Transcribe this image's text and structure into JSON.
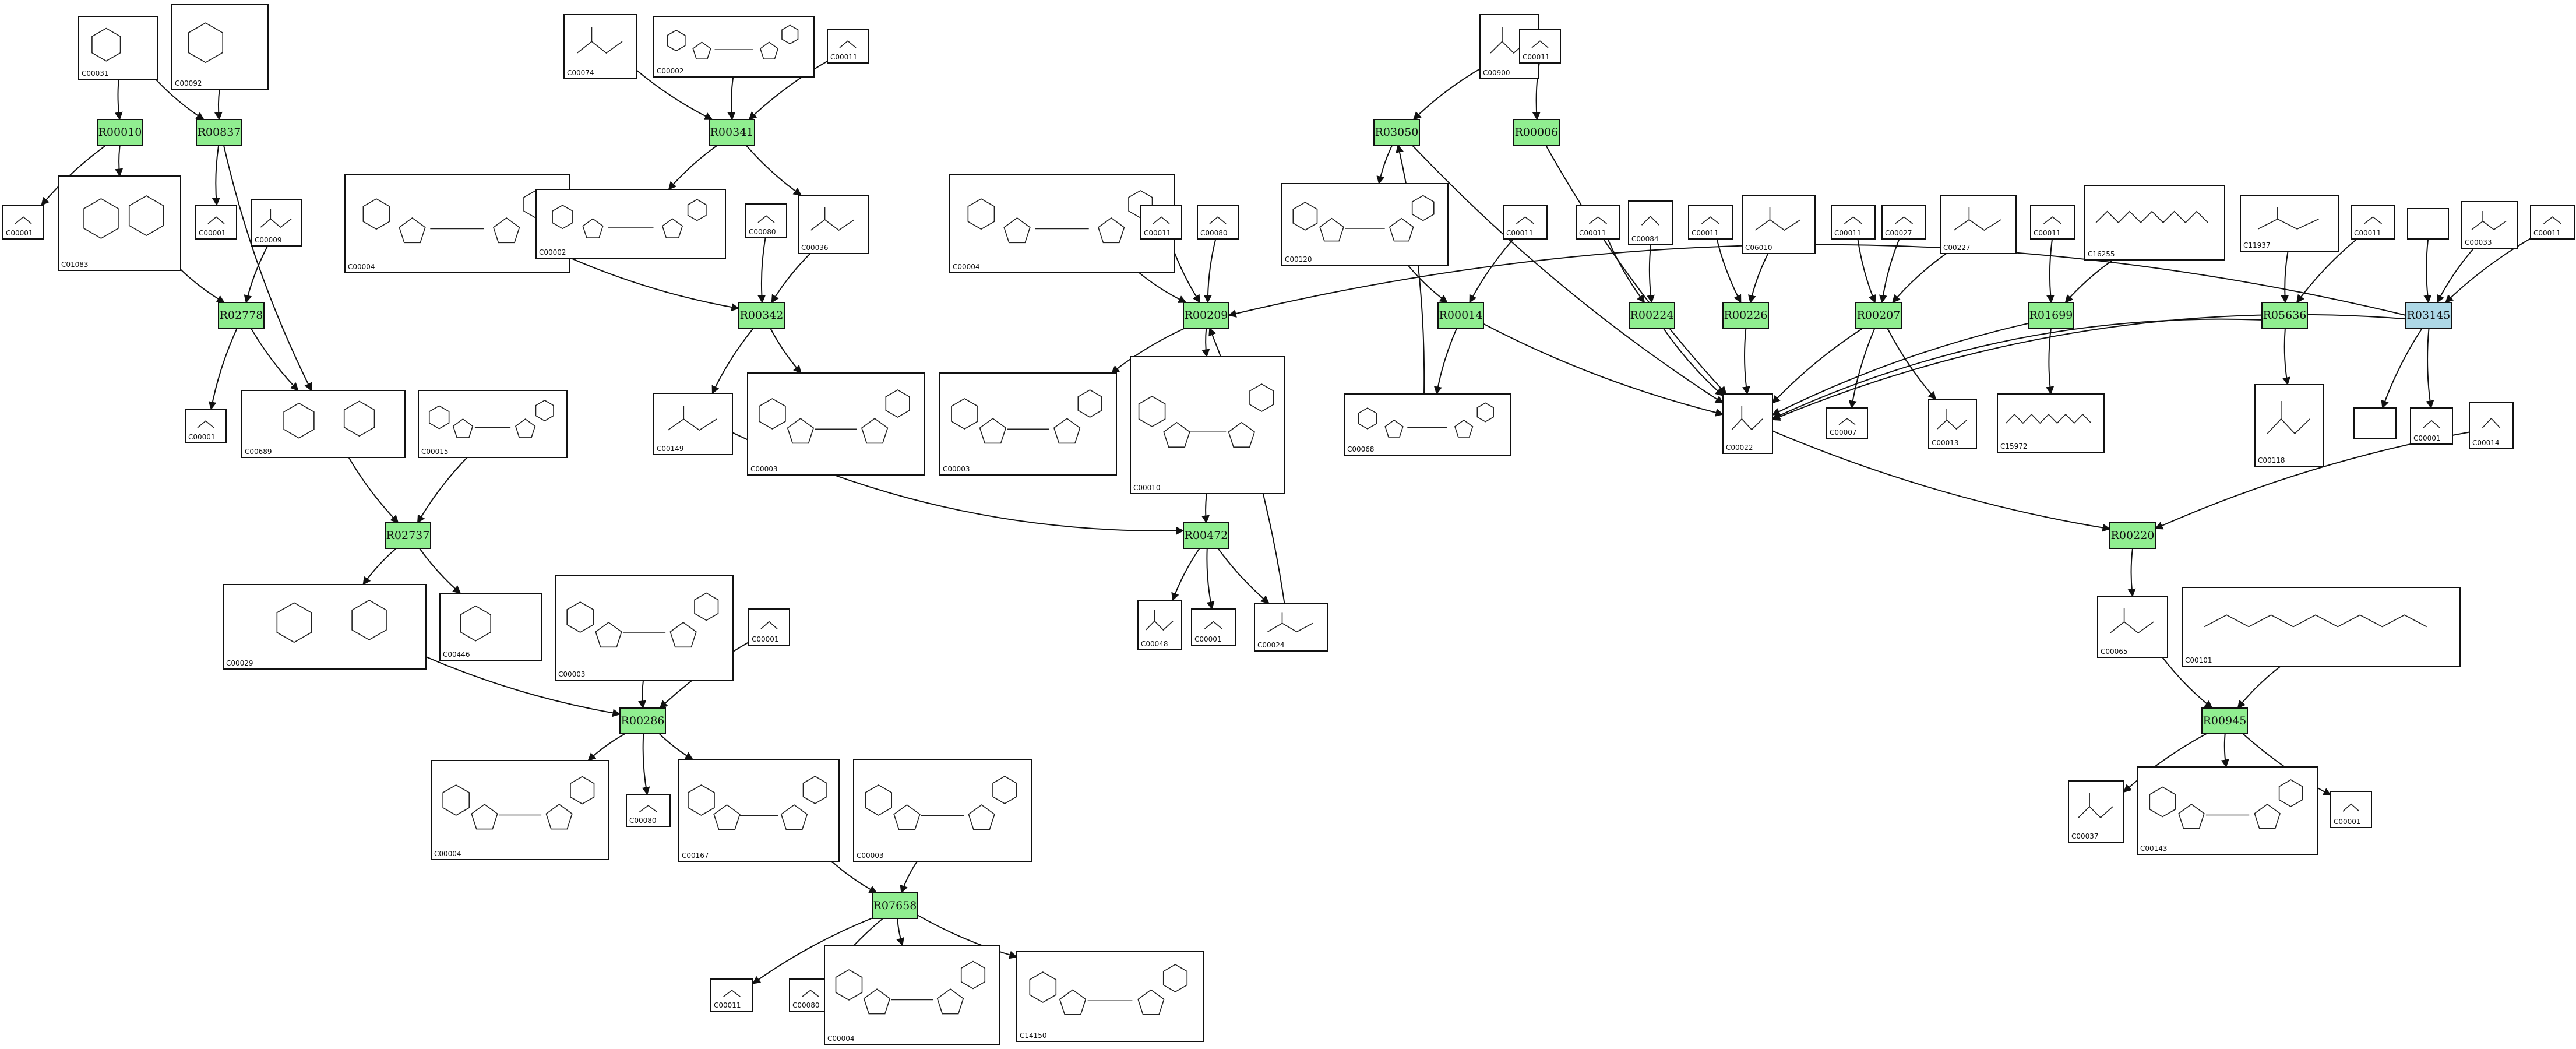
{
  "colors": {
    "reaction_fill": "#90EE90",
    "reaction_highlight_fill": "#ADD8E6",
    "compound_fill": "#FFFFFF",
    "stroke": "#111111"
  },
  "reactions": [
    {
      "id": "R00010",
      "highlight": false
    },
    {
      "id": "R00837",
      "highlight": false
    },
    {
      "id": "R00341",
      "highlight": false
    },
    {
      "id": "R03050",
      "highlight": false
    },
    {
      "id": "R00006",
      "highlight": false
    },
    {
      "id": "R02778",
      "highlight": false
    },
    {
      "id": "R00342",
      "highlight": false
    },
    {
      "id": "R00209",
      "highlight": false
    },
    {
      "id": "R00014",
      "highlight": false
    },
    {
      "id": "R00224",
      "highlight": false
    },
    {
      "id": "R00226",
      "highlight": false
    },
    {
      "id": "R00207",
      "highlight": false
    },
    {
      "id": "R01699",
      "highlight": false
    },
    {
      "id": "R05636",
      "highlight": false
    },
    {
      "id": "R03145",
      "highlight": true
    },
    {
      "id": "R02737",
      "highlight": false
    },
    {
      "id": "R00472",
      "highlight": false
    },
    {
      "id": "R00220",
      "highlight": false
    },
    {
      "id": "R00286",
      "highlight": false
    },
    {
      "id": "R00945",
      "highlight": false
    },
    {
      "id": "R07658",
      "highlight": false
    }
  ],
  "compounds": [
    {
      "label": "C00031",
      "icon": "molecule-icon"
    },
    {
      "label": "C00092",
      "icon": "molecule-icon"
    },
    {
      "label": "C00074",
      "icon": "molecule-icon"
    },
    {
      "label": "C00002",
      "icon": "molecule-icon"
    },
    {
      "label": "C00011",
      "icon": "molecule-icon"
    },
    {
      "label": "C00900",
      "icon": "molecule-icon"
    },
    {
      "label": "C00011",
      "icon": "molecule-icon"
    },
    {
      "label": "C00001",
      "icon": "molecule-icon"
    },
    {
      "label": "C01083",
      "icon": "molecule-icon"
    },
    {
      "label": "C00001",
      "icon": "molecule-icon"
    },
    {
      "label": "C00009",
      "icon": "molecule-icon"
    },
    {
      "label": "C00004",
      "icon": "molecule-icon"
    },
    {
      "label": "C00002",
      "icon": "molecule-icon"
    },
    {
      "label": "C00080",
      "icon": "molecule-icon"
    },
    {
      "label": "C00036",
      "icon": "molecule-icon"
    },
    {
      "label": "C00004",
      "icon": "molecule-icon"
    },
    {
      "label": "C00011",
      "icon": "molecule-icon"
    },
    {
      "label": "C00080",
      "icon": "molecule-icon"
    },
    {
      "label": "C00120",
      "icon": "molecule-icon"
    },
    {
      "label": "C00011",
      "icon": "molecule-icon"
    },
    {
      "label": "C00011",
      "icon": "molecule-icon"
    },
    {
      "label": "C00084",
      "icon": "molecule-icon"
    },
    {
      "label": "C00011",
      "icon": "molecule-icon"
    },
    {
      "label": "C06010",
      "icon": "molecule-icon"
    },
    {
      "label": "C00011",
      "icon": "molecule-icon"
    },
    {
      "label": "C00027",
      "icon": "molecule-icon"
    },
    {
      "label": "C00227",
      "icon": "molecule-icon"
    },
    {
      "label": "C00011",
      "icon": "molecule-icon"
    },
    {
      "label": "C16255",
      "icon": "molecule-icon"
    },
    {
      "label": "C11937",
      "icon": "molecule-icon"
    },
    {
      "label": "C00011",
      "icon": "molecule-icon"
    },
    {
      "label": "",
      "icon": "empty-box"
    },
    {
      "label": "C00033",
      "icon": "molecule-icon"
    },
    {
      "label": "C00011",
      "icon": "molecule-icon"
    },
    {
      "label": "C00001",
      "icon": "molecule-icon"
    },
    {
      "label": "C00689",
      "icon": "molecule-icon"
    },
    {
      "label": "C00015",
      "icon": "molecule-icon"
    },
    {
      "label": "C00149",
      "icon": "molecule-icon"
    },
    {
      "label": "C00003",
      "icon": "molecule-icon"
    },
    {
      "label": "C00003",
      "icon": "molecule-icon"
    },
    {
      "label": "C00010",
      "icon": "molecule-icon"
    },
    {
      "label": "C00068",
      "icon": "molecule-icon"
    },
    {
      "label": "C00022",
      "icon": "molecule-icon"
    },
    {
      "label": "C00007",
      "icon": "molecule-icon"
    },
    {
      "label": "C00013",
      "icon": "molecule-icon"
    },
    {
      "label": "C15972",
      "icon": "molecule-icon"
    },
    {
      "label": "C00118",
      "icon": "molecule-icon"
    },
    {
      "label": "",
      "icon": "empty-box"
    },
    {
      "label": "C00001",
      "icon": "molecule-icon"
    },
    {
      "label": "C00014",
      "icon": "molecule-icon"
    },
    {
      "label": "C00029",
      "icon": "molecule-icon"
    },
    {
      "label": "C00446",
      "icon": "molecule-icon"
    },
    {
      "label": "C00003",
      "icon": "molecule-icon"
    },
    {
      "label": "C00001",
      "icon": "molecule-icon"
    },
    {
      "label": "C00048",
      "icon": "molecule-icon"
    },
    {
      "label": "C00001",
      "icon": "molecule-icon"
    },
    {
      "label": "C00024",
      "icon": "molecule-icon"
    },
    {
      "label": "C00065",
      "icon": "molecule-icon"
    },
    {
      "label": "C00101",
      "icon": "molecule-icon"
    },
    {
      "label": "C00004",
      "icon": "molecule-icon"
    },
    {
      "label": "C00080",
      "icon": "molecule-icon"
    },
    {
      "label": "C00167",
      "icon": "molecule-icon"
    },
    {
      "label": "C00003",
      "icon": "molecule-icon"
    },
    {
      "label": "C00037",
      "icon": "molecule-icon"
    },
    {
      "label": "C00143",
      "icon": "molecule-icon"
    },
    {
      "label": "C00001",
      "icon": "molecule-icon"
    },
    {
      "label": "C00011",
      "icon": "molecule-icon"
    },
    {
      "label": "C00080",
      "icon": "molecule-icon"
    },
    {
      "label": "C00004",
      "icon": "molecule-icon"
    },
    {
      "label": "C14150",
      "icon": "molecule-icon"
    }
  ]
}
